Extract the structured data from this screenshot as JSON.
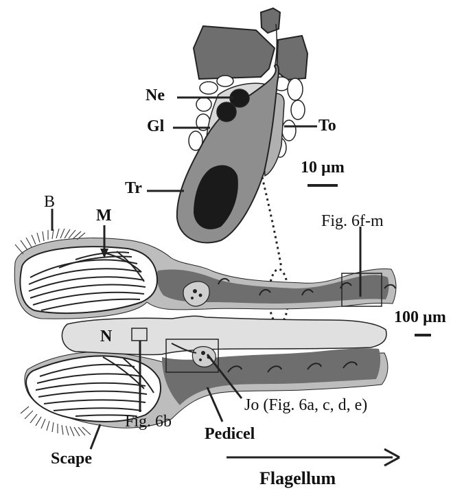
{
  "labels": {
    "ne": "Ne",
    "gl": "Gl",
    "to": "To",
    "tr": "Tr",
    "scale_small": "10 µm",
    "scale_large": "100 µm",
    "b": "B",
    "m": "M",
    "n": "N",
    "fig_6fm": "Fig. 6f-m",
    "fig_6b": "Fig. 6b",
    "jo": "Jo (Fig. 6a, c, d, e)",
    "pedicel": "Pedicel",
    "scape": "Scape",
    "flagellum": "Flagellum"
  },
  "colors": {
    "dark_gray": "#6e6e6e",
    "mid_gray": "#8e8e8e",
    "light_gray": "#d8d8d8",
    "black": "#1a1a1a",
    "white": "#ffffff"
  }
}
